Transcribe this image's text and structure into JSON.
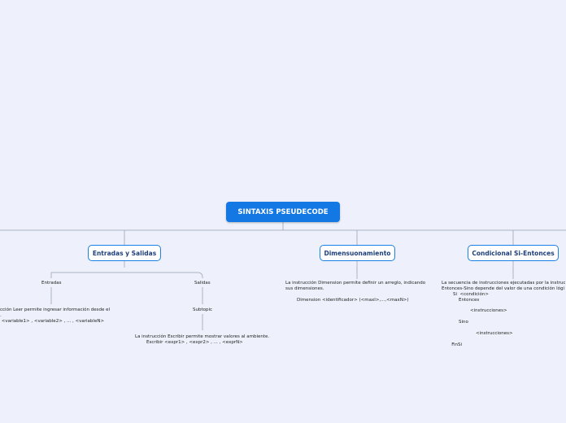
{
  "root": {
    "label": "SINTAXIS PSEUDECODE"
  },
  "branches": {
    "entradas_salidas": "Entradas y Salidas",
    "dimensionamiento": "Dimensuonamiento",
    "condicional": "Condicional Si-Entonces"
  },
  "entradas_salidas": {
    "entradas_label": "Entradas",
    "entradas_text": "cción Leer permite ingresar información desde el\n.\n <variable1> , <variable2> , ... , <variableN>",
    "salidas_label": "Salidas",
    "subtopic_label": "Subtopic",
    "salidas_text": "La instrucción Escribir permite mostrar valores al ambiente.\n        Escribir <expr1> , <expr2> , ... , <exprN>"
  },
  "dimensionamiento": {
    "text": "La instrucción Dimension permite definir un arreglo, indicando\nsus dimensiones.\n\n        Dimension <identificador> (<maxl>,...,<maxN>)"
  },
  "condicional": {
    "text": "La secuencia de instrucciones ejecutadas por la instruc\nEntonces-Sino depende del valor de una condición lógi\n        Si  <condición>\n            Entonces\n\n                    <instrucciones>\n\n            Sino\n\n                        <instrucciones>\n\n       FinSi"
  }
}
